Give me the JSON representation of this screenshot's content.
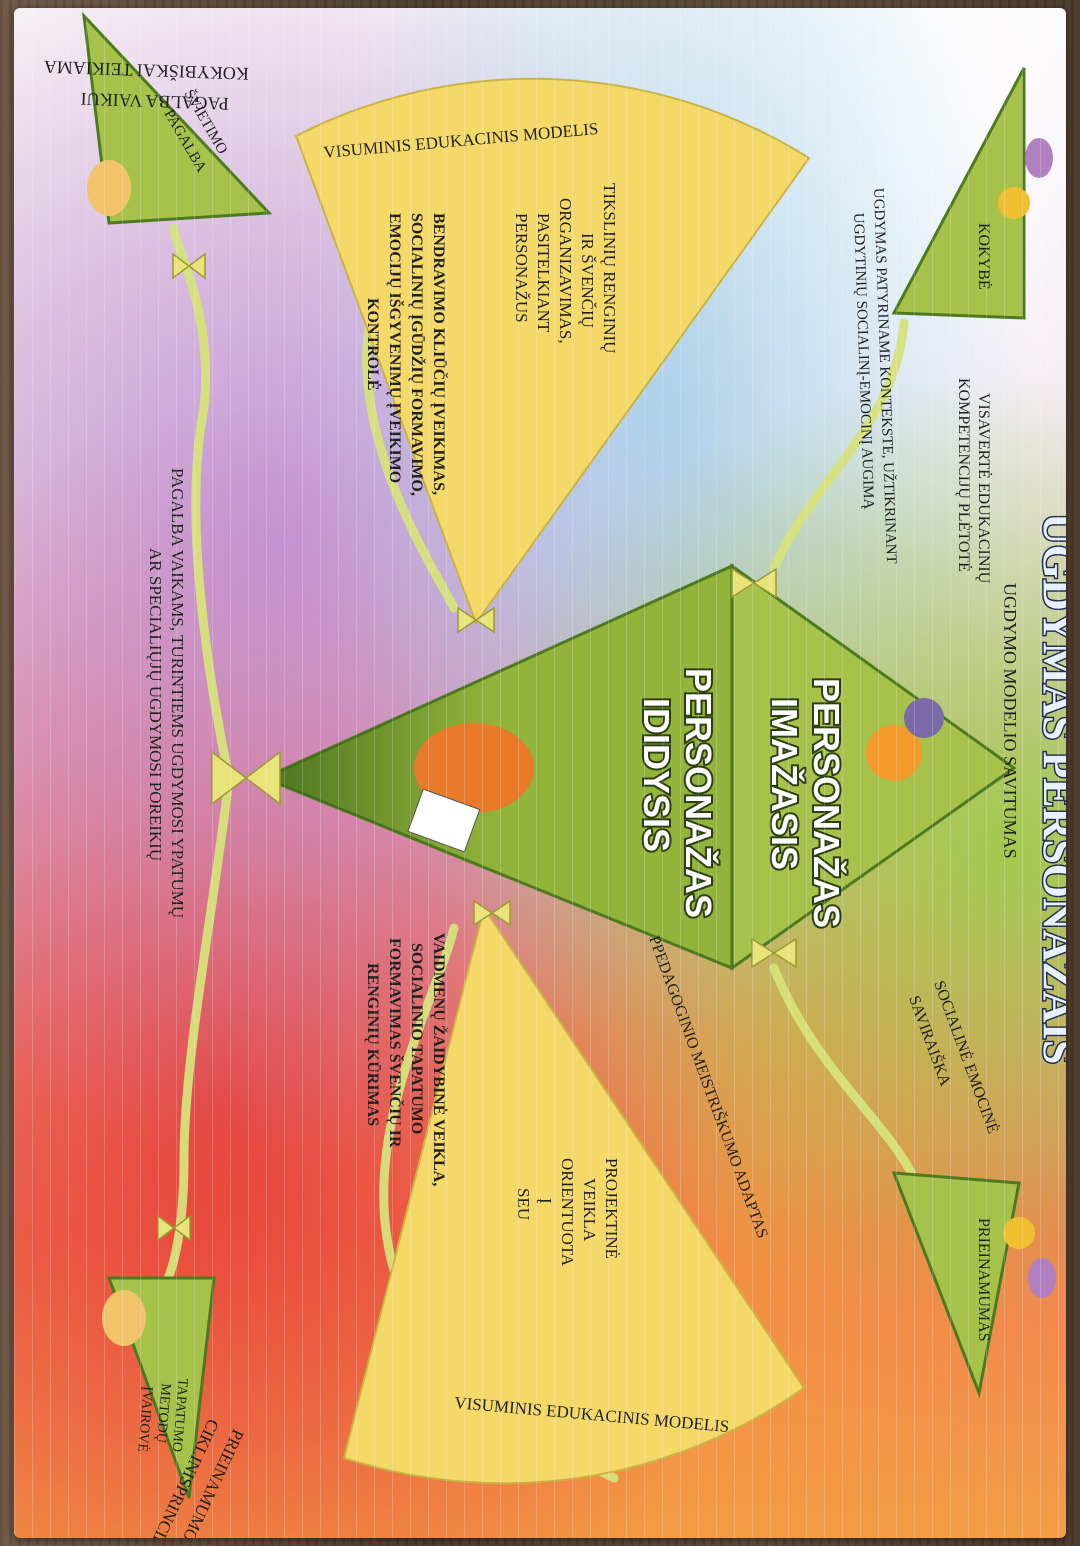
{
  "poster": {
    "title": "UGDYMAS PERSONAŽAIS",
    "subtitle": "UGDYMO MODELIO SAVITUMAS",
    "center": {
      "upper": [
        "PERSONAŽAS",
        "IMAŽASIS"
      ],
      "lower": [
        "PERSONAŽAS",
        "IDIDYSIS"
      ]
    },
    "corner_triangles": {
      "top_right": "KOKYBĖ",
      "bottom_right": "PRIEINAMUMAS",
      "top_left": [
        "ŠVIETIMO",
        "PAGALBA"
      ],
      "bottom_left": [
        "TAPATUMO",
        "METODŲ",
        "ĮVAIROVĖ"
      ]
    },
    "fan_top": {
      "arc_label": "VISUMINIS EDUKACINIS MODELIS",
      "body": [
        "TIKSLINIŲ RENGINIŲ",
        "IR ŠVENČIŲ",
        "ORGANIZAVIMAS,",
        "PASITELKIANT",
        "PERSONAŽUS"
      ]
    },
    "fan_bottom": {
      "arc_label": "VISUMINIS EDUKACINIS MODELIS",
      "body": [
        "PROJEKTINĖ",
        "VEIKLA",
        "ORIENTUOTA",
        "Į",
        "SEU"
      ]
    },
    "labels": {
      "top_left_header": [
        "KOKYBIŠKAI TEIKIAMA",
        "PAGALBA VAIKUI"
      ],
      "kompetenciju": [
        "VISAVERTĖ EDUKACINIŲ",
        "KOMPETENCIJŲ PLĖTOTĖ"
      ],
      "patiriamas": [
        "UGDYMAS PATYRINAME KONTEKSTE, UŽTIKRINANT",
        "UGDYTINIŲ SOCIALINĮ-EMOCINĮ AUGIMĄ"
      ],
      "bendravimo": [
        "BENDRAVIMO KLIŪČIŲ ĮVEIKIMAS,",
        "SOCIALINIŲ ĮGŪDŽIŲ FORMAVIMO,",
        "EMOCIJŲ IŠGYVENIMŲ ĮVEIKIMO",
        "KONTROLĖ"
      ],
      "pagalba": [
        "PAGALBA VAIKAMS, TURINTIEMS UGDYMOSI YPATUMŲ",
        "AR SPECIALIŲJŲ UGDYMOSI POREIKIŲ"
      ],
      "socialine": [
        "SOCIALINĖ EMOCINĖ",
        "SAVIRAIŠKA"
      ],
      "pedagoginio": "PPEDAGOGINIO MEISTRIŠKUMO ADAPTAS",
      "vaidmenu": [
        "VAIDMENŲ ŽAIDYBINĖ VEIKLA,",
        "SOCIALINIO TAPATUMO",
        "FORMAVIMAS ŠVENČIŲ IR",
        "RENGINIŲ KŪRIMAS"
      ],
      "principas": [
        "PRIEINAMUMO",
        "CIKLINISPRINCIPAS"
      ]
    },
    "colors": {
      "triangle_green": "#a6c24a",
      "triangle_dark": "#4d7a1e",
      "fan_yellow": "#f5d968",
      "bow_yellow": "#e8e47a",
      "vine": "#d6e27a"
    }
  }
}
